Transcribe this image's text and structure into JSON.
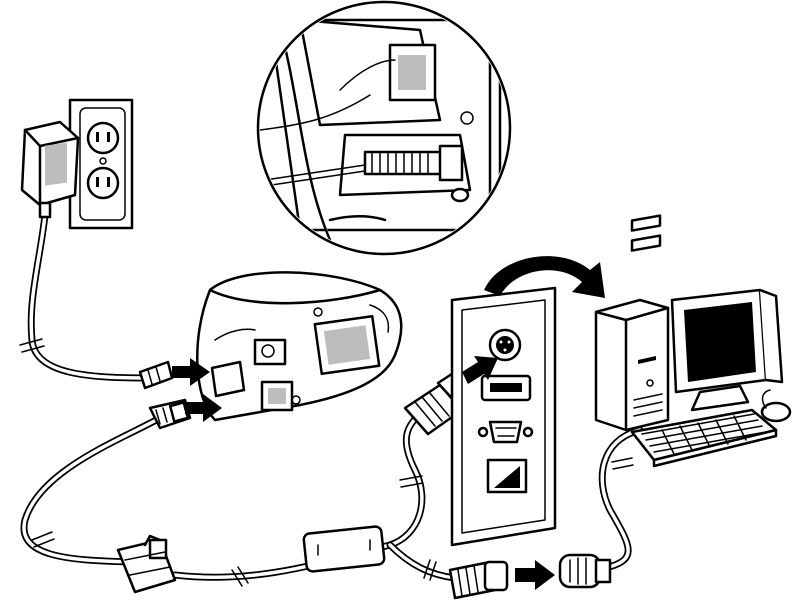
{
  "diagram": {
    "components": [
      {
        "id": "power-supply",
        "icon": "power-adapter-icon"
      },
      {
        "id": "wall-outlet",
        "icon": "wall-outlet-icon"
      },
      {
        "id": "scanner-stand",
        "icon": "scanner-stand-icon"
      },
      {
        "id": "detail-inset",
        "icon": "magnified-connector-icon"
      },
      {
        "id": "computer-panel",
        "icon": "io-panel-icon"
      },
      {
        "id": "computer",
        "icon": "desktop-computer-icon"
      },
      {
        "id": "keyboard",
        "icon": "keyboard-icon"
      },
      {
        "id": "mouse",
        "icon": "mouse-icon"
      }
    ],
    "colors": {
      "line": "#000000",
      "fill": "#ffffff",
      "shade": "#bdbdbd"
    }
  }
}
